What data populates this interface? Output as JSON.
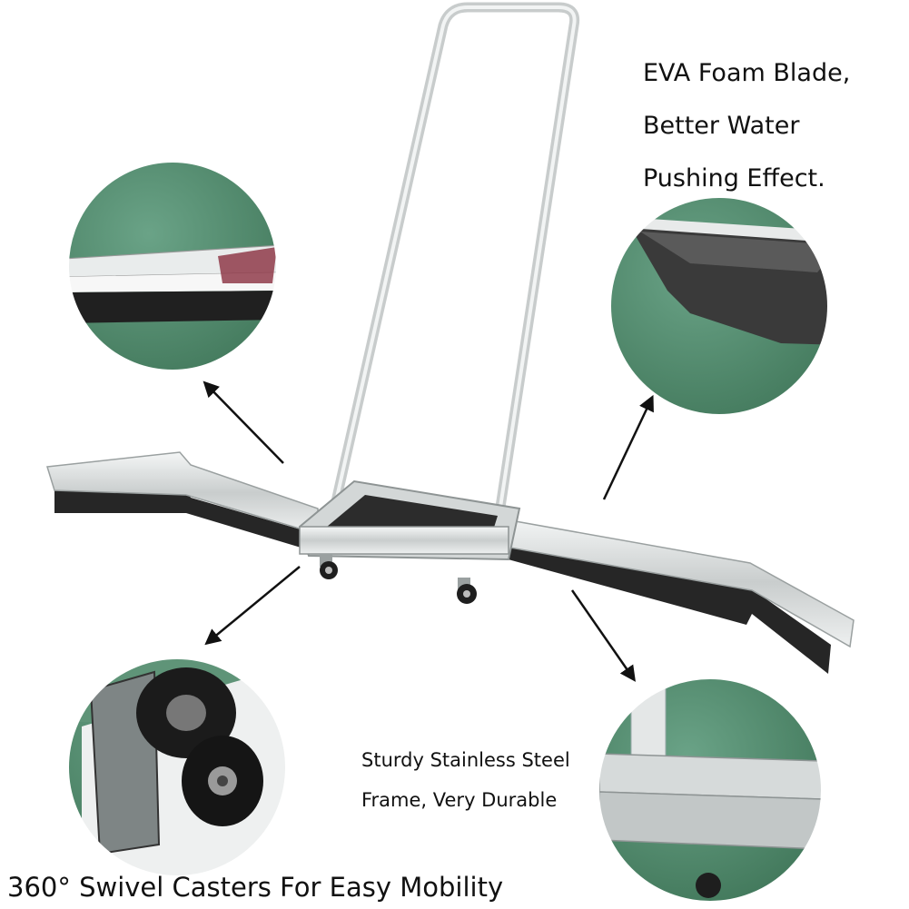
{
  "captions": {
    "blade": [
      "EVA Foam Blade,",
      "Better Water",
      "Pushing Effect."
    ],
    "frame": [
      "Sturdy Stainless Steel",
      "Frame, Very Durable"
    ],
    "casters": "360° Swivel Casters For Easy Mobility"
  },
  "colors": {
    "background": "#ffffff",
    "steel": "#d9dcdc",
    "rubber": "#2b2b2b",
    "floor_green": "#4f8a6c",
    "arrow": "#111111"
  }
}
